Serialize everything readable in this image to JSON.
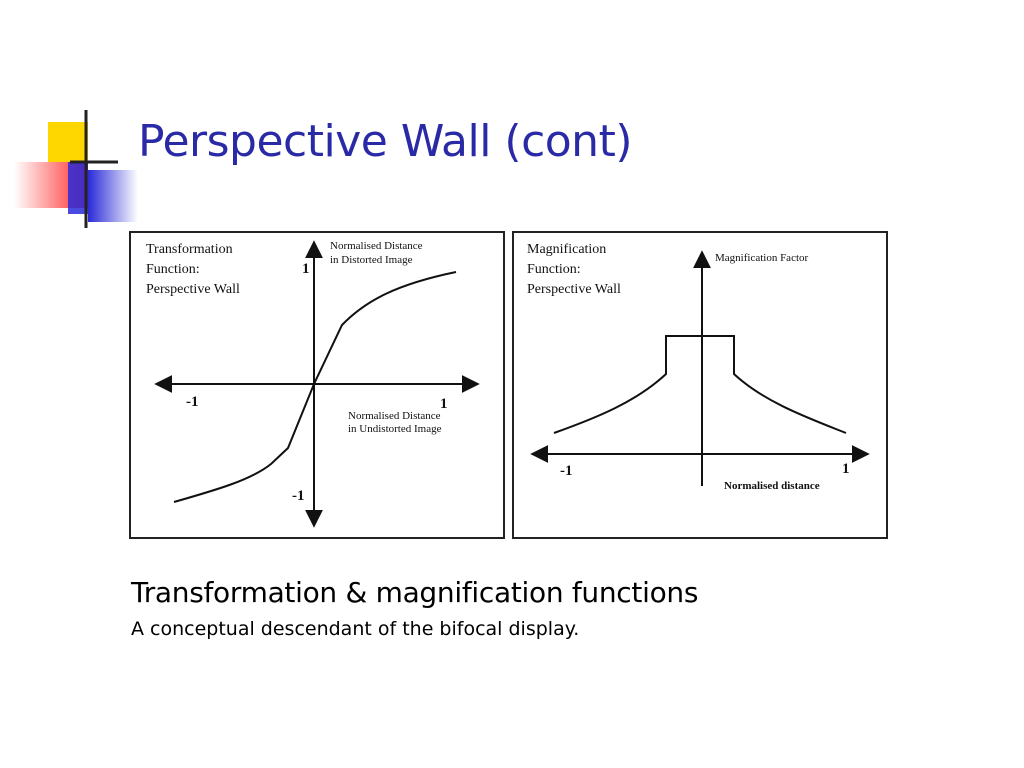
{
  "slide": {
    "title": "Perspective Wall (cont)",
    "caption": "Transformation & magnification functions",
    "subcaption": "A conceptual descendant of the bifocal display."
  },
  "colors": {
    "title": "#2a2aa6",
    "accent_yellow": "#ffd700",
    "accent_red": "#ff3b3b",
    "accent_blue": "#3b3bdc"
  },
  "panels": {
    "transformation": {
      "title_lines": [
        "Transformation",
        "Function:",
        "Perspective Wall"
      ],
      "y_axis_label": [
        "Normalised Distance",
        "in Distorted Image"
      ],
      "x_axis_label": [
        "Normalised Distance",
        "in Undistorted Image"
      ],
      "x_min_label": "-1",
      "x_max_label": "1",
      "y_min_label": "-1",
      "y_max_label": "1"
    },
    "magnification": {
      "title_lines": [
        "Magnification",
        "Function:",
        "Perspective Wall"
      ],
      "y_axis_label": "Magnification Factor",
      "x_axis_label": "Normalised distance",
      "x_min_label": "-1",
      "x_max_label": "1"
    }
  }
}
